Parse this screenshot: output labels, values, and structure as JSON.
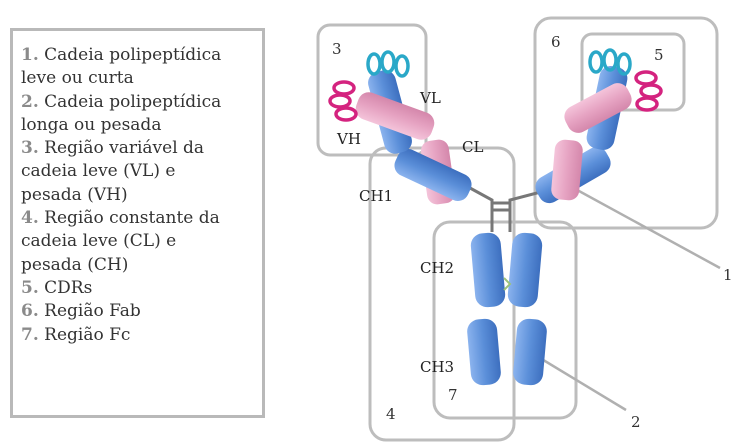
{
  "legend": {
    "items": [
      {
        "num": "1.",
        "text": "Cadeia polipeptídica leve ou curta"
      },
      {
        "num": "2.",
        "text": "Cadeia polipeptídica longa ou pesada"
      },
      {
        "num": "3.",
        "text": "Região variável da cadeia leve (VL) e pesada (VH)"
      },
      {
        "num": "4.",
        "text": "Região constante da cadeia leve (CL) e pesada (CH)"
      },
      {
        "num": "5.",
        "text": "CDRs"
      },
      {
        "num": "6.",
        "text": "Região Fab"
      },
      {
        "num": "7.",
        "text": "Região Fc"
      }
    ],
    "lines": [
      [
        0,
        "1.",
        " Cadeia polipeptídica"
      ],
      [
        0,
        "",
        "leve ou curta"
      ],
      [
        1,
        "2.",
        " Cadeia polipeptídica"
      ],
      [
        1,
        "",
        "longa ou pesada"
      ],
      [
        2,
        "3.",
        " Região variável da"
      ],
      [
        2,
        "",
        "cadeia leve (VL) e"
      ],
      [
        2,
        "",
        "pesada (VH)"
      ],
      [
        3,
        "4.",
        " Região constante da"
      ],
      [
        3,
        "",
        "cadeia leve (CL) e"
      ],
      [
        3,
        "",
        "pesada (CH)"
      ],
      [
        4,
        "5.",
        " CDRs"
      ],
      [
        5,
        "6.",
        " Região Fab"
      ],
      [
        6,
        "7.",
        " Região Fc"
      ]
    ]
  },
  "diagram": {
    "domain_labels": {
      "vl": "VL",
      "vh": "VH",
      "cl": "CL",
      "ch1": "CH1",
      "ch2": "CH2",
      "ch3": "CH3"
    },
    "region_numbers": {
      "n1": "1",
      "n2": "2",
      "n3": "3",
      "n4": "4",
      "n5": "5",
      "n6": "6",
      "n7": "7"
    },
    "colors": {
      "heavy_chain": "#5b8fd9",
      "light_chain": "#e6a3c2",
      "cdr_heavy": "#2aa8c8",
      "cdr_light": "#d4237f",
      "region_box": "#bdbdbd",
      "hinge": "#777777"
    }
  }
}
